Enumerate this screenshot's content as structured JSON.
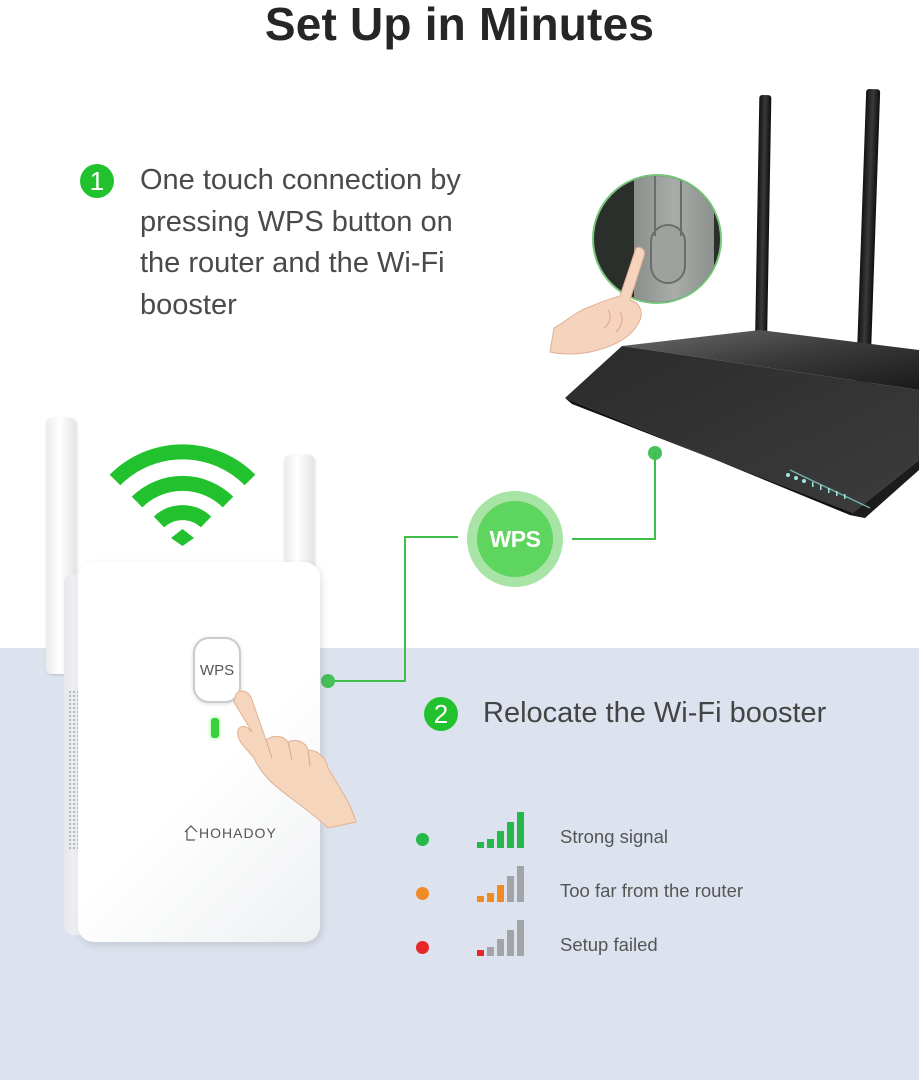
{
  "title": "Set Up in Minutes",
  "steps": [
    {
      "number": "1",
      "text": "One touch connection by pressing WPS button on the router and the Wi-Fi booster"
    },
    {
      "number": "2",
      "text": "Relocate the Wi-Fi booster"
    }
  ],
  "wps_badge": {
    "label": "WPS",
    "core_color": "#5ed55e",
    "ring_color": "#a8e4a6"
  },
  "booster": {
    "wps_button_label": "WPS",
    "brand": "HOHADOY",
    "led_color": "#3bd13e"
  },
  "legend": [
    {
      "status": "green",
      "color": "#25b84a",
      "active_bars": 5,
      "label": "Strong signal"
    },
    {
      "status": "orange",
      "color": "#f08a24",
      "active_bars": 3,
      "label": "Too far from the router"
    },
    {
      "status": "red",
      "color": "#e8262a",
      "active_bars": 1,
      "label": "Setup failed"
    }
  ],
  "colors": {
    "accent_green": "#22c22e",
    "connector_green": "#3fbf4a",
    "inactive_bar": "#a2a4a8",
    "bottom_band": "#dde3ee"
  }
}
